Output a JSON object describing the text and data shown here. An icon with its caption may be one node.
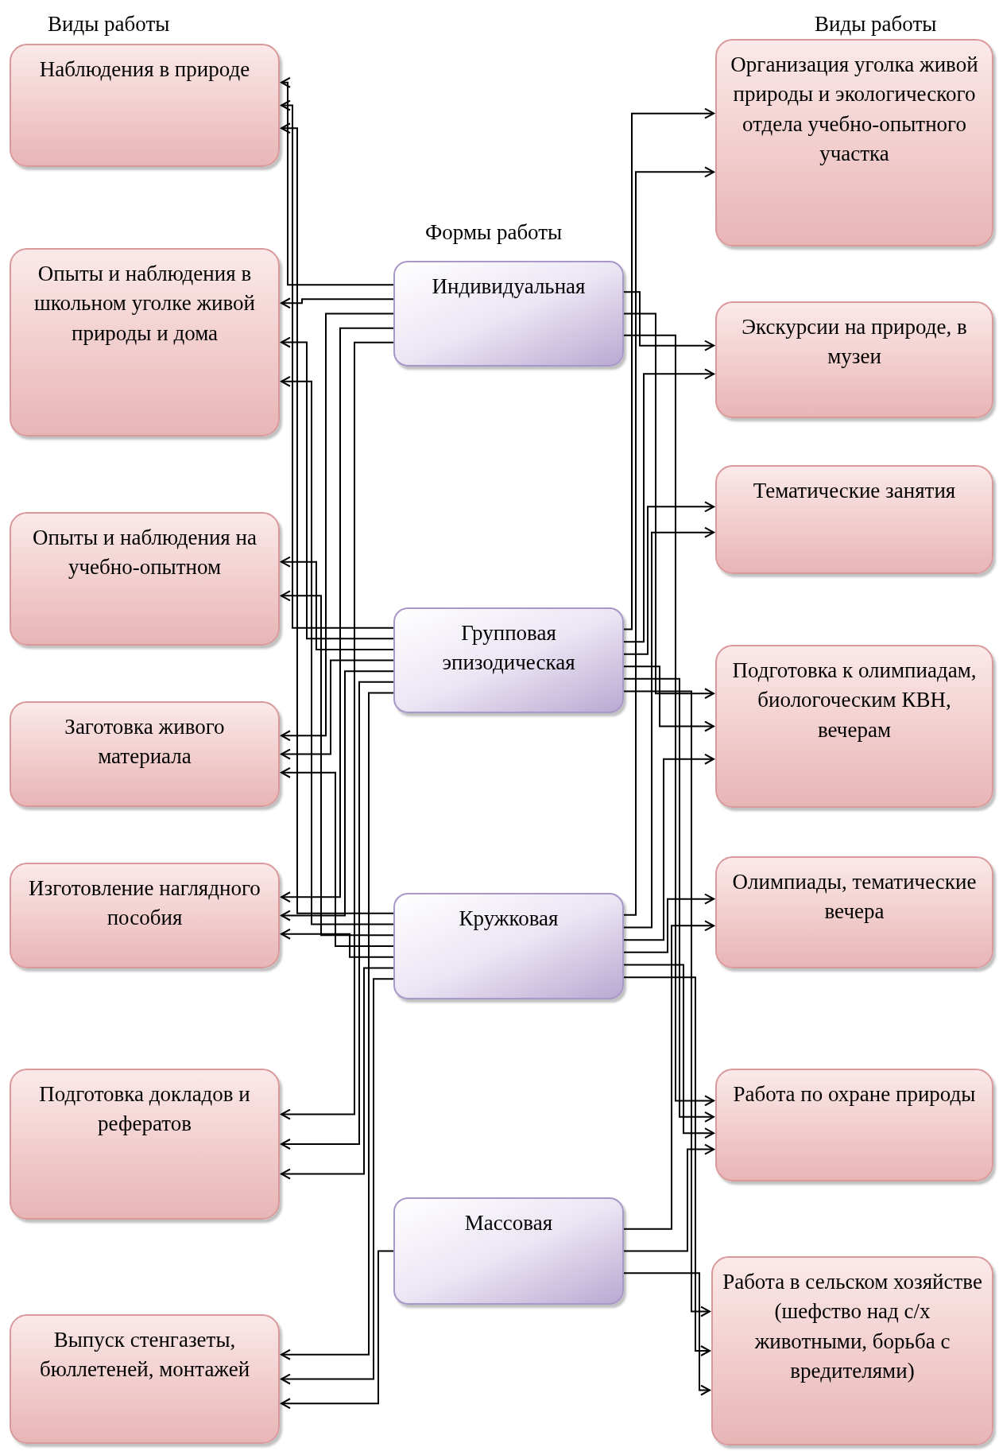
{
  "diagram": {
    "nodes": [
      {
        "text": [
          "Наблюдения в природе"
        ]
      },
      {
        "text": [
          "Опыты и наблюдения в школьном уголке живой природы и дома"
        ]
      },
      {
        "text": [
          "Опыты и наблюдения на учебно-опытном"
        ]
      },
      {
        "text": [
          "Заготовка живого материала"
        ]
      },
      {
        "text": [
          "Изготовление наглядного пособия"
        ]
      },
      {
        "text": [
          "Подготовка докладов и рефератов"
        ]
      },
      {
        "text": [
          "Выпуск стенгазеты, бюллетеней, монтажей"
        ]
      },
      {
        "text": [
          "Индивидуальная"
        ]
      },
      {
        "text": [
          "Групповая эпизодическая"
        ]
      },
      {
        "text": [
          "Кружковая"
        ]
      },
      {
        "text": [
          "Массовая"
        ]
      },
      {
        "text": [
          "Организация уголка живой природы и экологического отдела учебно-опытного участка"
        ]
      },
      {
        "text": [
          "Экскурсии на природе, в музеи"
        ]
      },
      {
        "text": [
          "Тематические занятия"
        ]
      },
      {
        "text": [
          "Подготовка к олимпиадам, биологоческим КВН, вечерам"
        ]
      },
      {
        "text": [
          "Олимпиады, тематические вечера"
        ]
      },
      {
        "text": [
          "Работа по охране природы"
        ]
      },
      {
        "text": [
          "Работа в сельском хозяйстве (шефство над с/х животными, борьба с вредителями)"
        ]
      }
    ],
    "edges": [
      {
        "from": 7,
        "to": 0,
        "arrow": "to"
      },
      {
        "from": 8,
        "to": 0,
        "arrow": "to"
      },
      {
        "from": 9,
        "to": 0,
        "arrow": "to"
      },
      {
        "from": 7,
        "to": 1,
        "arrow": "to"
      },
      {
        "from": 8,
        "to": 1,
        "arrow": "to"
      },
      {
        "from": 9,
        "to": 1,
        "arrow": "to"
      },
      {
        "from": 8,
        "to": 2,
        "arrow": "to"
      },
      {
        "from": 9,
        "to": 2,
        "arrow": "to"
      },
      {
        "from": 7,
        "to": 3,
        "arrow": "to"
      },
      {
        "from": 8,
        "to": 3,
        "arrow": "to"
      },
      {
        "from": 9,
        "to": 3,
        "arrow": "to"
      },
      {
        "from": 7,
        "to": 4,
        "arrow": "to"
      },
      {
        "from": 8,
        "to": 4,
        "arrow": "to"
      },
      {
        "from": 9,
        "to": 4,
        "arrow": "to"
      },
      {
        "from": 7,
        "to": 5,
        "arrow": "to"
      },
      {
        "from": 8,
        "to": 5,
        "arrow": "to"
      },
      {
        "from": 9,
        "to": 5,
        "arrow": "to"
      },
      {
        "from": 8,
        "to": 6,
        "arrow": "to"
      },
      {
        "from": 9,
        "to": 6,
        "arrow": "to"
      },
      {
        "from": 10,
        "to": 6,
        "arrow": "to"
      },
      {
        "from": 8,
        "to": 11,
        "arrow": "to"
      },
      {
        "from": 9,
        "to": 11,
        "arrow": "to"
      },
      {
        "from": 7,
        "to": 12,
        "arrow": "to"
      },
      {
        "from": 8,
        "to": 12,
        "arrow": "to"
      },
      {
        "from": 8,
        "to": 13,
        "arrow": "to"
      },
      {
        "from": 9,
        "to": 13,
        "arrow": "to"
      },
      {
        "from": 7,
        "to": 14,
        "arrow": "to"
      },
      {
        "from": 8,
        "to": 14,
        "arrow": "to"
      },
      {
        "from": 9,
        "to": 14,
        "arrow": "to"
      },
      {
        "from": 9,
        "to": 15,
        "arrow": "to"
      },
      {
        "from": 10,
        "to": 15,
        "arrow": "to"
      },
      {
        "from": 7,
        "to": 16,
        "arrow": "to"
      },
      {
        "from": 8,
        "to": 16,
        "arrow": "to"
      },
      {
        "from": 9,
        "to": 16,
        "arrow": "to"
      },
      {
        "from": 10,
        "to": 16,
        "arrow": "to"
      },
      {
        "from": 8,
        "to": 17,
        "arrow": "to"
      },
      {
        "from": 9,
        "to": 17,
        "arrow": "to"
      },
      {
        "from": 10,
        "to": 17,
        "arrow": "to"
      }
    ],
    "labels": [
      "Виды работы",
      "Виды работы",
      "Формы работы"
    ]
  }
}
